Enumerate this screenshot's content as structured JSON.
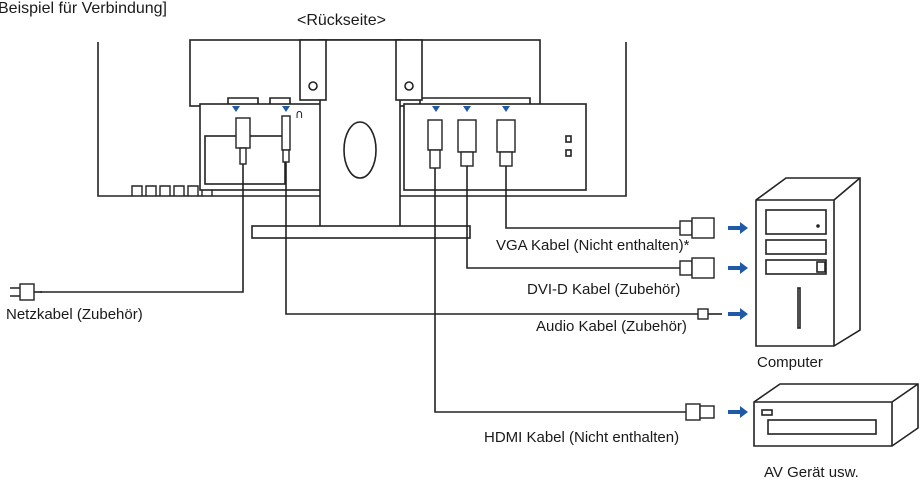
{
  "header": {
    "example_label": "Beispiel für Verbindung]",
    "rear_label": "<Rückseite>"
  },
  "cables": {
    "vga": "VGA Kabel (Nicht enthalten)*",
    "dvi": "DVI-D Kabel (Zubehör)",
    "audio": "Audio Kabel (Zubehör)",
    "power": "Netzkabel (Zubehör)",
    "hdmi": "HDMI Kabel (Nicht enthalten)"
  },
  "devices": {
    "computer": "Computer",
    "av": "AV Gerät usw."
  },
  "colors": {
    "arrow": "#1f5aa6",
    "line": "#222222"
  }
}
